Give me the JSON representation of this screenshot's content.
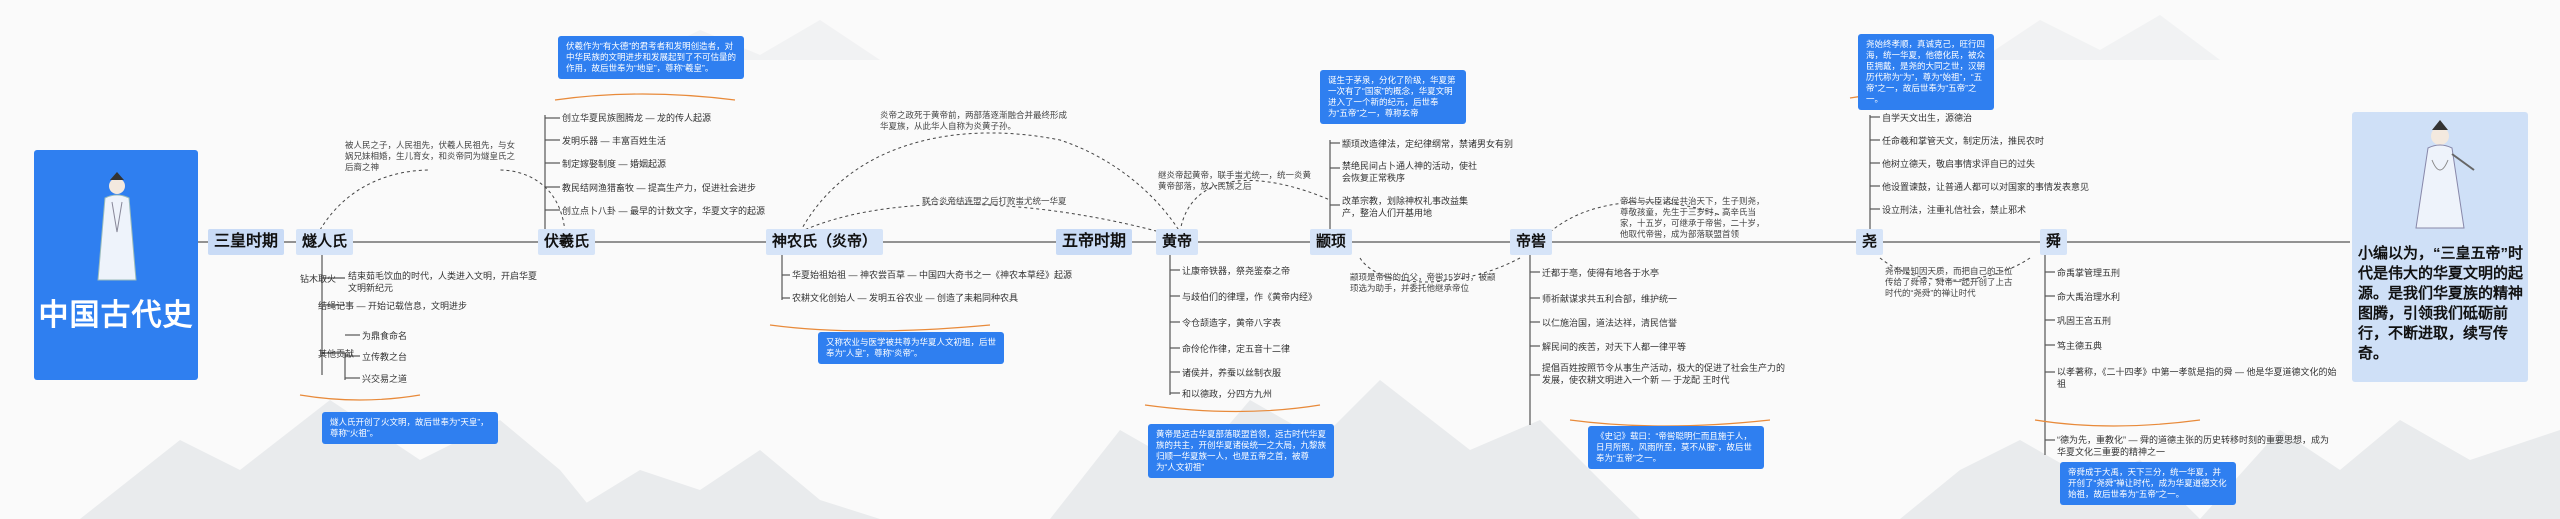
{
  "title": "中国古代史",
  "summary": "小编以为，“三皇五帝”时代是伟大的华夏文明的起源。是我们华夏族的精神图腾，引领我们砥砺前行，不断进取，续写传奇。",
  "main_nodes": {
    "sanhuang": "三皇时期",
    "suiren": "燧人氏",
    "fuxi": "伏羲氏",
    "shennong": "神农氏（炎帝）",
    "wudi": "五帝时期",
    "huangdi": "黄帝",
    "zhuanxu": "颛顼",
    "diku": "帝喾",
    "yao": "尧",
    "shun": "舜"
  },
  "suiren": {
    "above_note": "被人民之子，人民祖先，伏羲人民祖先，与女娲兄妹相婚，生儿育女，和炎帝同为燧皇氏之后裔之神",
    "leaves": [
      "结束茹毛饮血的时代，人类进入文明，开启华夏文明新纪元",
      "钻木取火",
      "结绳记事 — 开始记载信息，文明进步",
      "其他贡献",
      "为鼎食命名",
      "立传教之台",
      "兴交易之道"
    ],
    "blue": "燧人氏开创了火文明，故后世奉为“天皇”，尊称“火祖”。"
  },
  "fuxi": {
    "blue_top": "伏羲作为“有大德”的君考者和发明创造者，对中华民族的文明进步和发展起到了不可估量的作用，故后世奉为“地皇”，尊称“羲皇”。",
    "leaves": [
      "创立华夏民族图腾龙 — 龙的传人起源",
      "发明乐器 — 丰富百姓生活",
      "制定嫁娶制度 — 婚姻起源",
      "教民结网渔猎畜牧 — 提高生产力，促进社会进步",
      "创立点卜八卦 — 最早的计数文字，华夏文字的起源"
    ]
  },
  "shennong": {
    "above_note": "炎帝之政死于黄帝前，两部落逐渐融合并最终形成华夏族，从此华人自称为炎黄子孙。",
    "leaves": [
      "华夏始祖始祖 — 神农尝百草 — 中国四大奇书之一《神农本草经》起源",
      "农耕文化创始人 — 发明五谷农业 — 创造了耒耜同种农具"
    ],
    "blue": "又称农业与医学被共尊为华夏人文初祖，后世奉为“人皇”，尊称“炎帝”。"
  },
  "huangdi": {
    "above_note": "继炎帝起黄帝，联手蚩尤统一，统一炎黄黄帝部落，放入民族之后",
    "union_note": "联合炎帝结连盟之后打败蚩尤统一华夏",
    "leaves": [
      "让康帝铁器，祭尧鉴泰之帝",
      "与歧伯们的律理，作《黄帝内经》",
      "令仓颉造字，黄帝八字表",
      "命伶伦作律，定五音十二律",
      "诸侯并，养蚕以丝制衣服",
      "和以德政，分四方九州"
    ],
    "blue": "黄帝是远古华夏部落联盟首领，远古时代华夏族的共主，开创华夏诸侯统一之大局，九黎族归顺一华夏族一人，也是五帝之首，被尊为“人文初祖”"
  },
  "zhuanxu": {
    "blue_top": "诞生于茅泉，分化了阶级，华夏第一次有了“国家”的概念，华夏文明进入了一个新的纪元，后世奉为“五帝”之一，尊称玄帝",
    "leaves": [
      "颛顼改造律法，定纪律纲常，禁诸男女有别",
      "禁绝民间占卜通人神的活动，使社会恢复正常秩序",
      "改革宗教，划除神权礼事改益集产，整治人们开基用地"
    ],
    "below_note": "颛顼是帝喾的伯父，帝喾15岁时，被颛顼选为助手，并委托他继承帝位"
  },
  "diku": {
    "above_note": "帝喾与大臣诸侯共治天下，生子则尧，尊敬孩童，先生于三岁时，高辛氏当家，十五岁，可继承于帝喾，二十岁，他取代帝喾，成为部落联盟首领",
    "leaves": [
      "迁都于亳，使得有地各于水亭",
      "师祈献谋求共五利合部，维护统一",
      "以仁施治国，道法达祥，清民信誉",
      "解民间的疾苦，对天下人都一律平等",
      "提倡百姓按照节令从事生产活动，极大的促进了社会生产力的发展，使农耕文明进入一个新 — 于龙配 王时代"
    ],
    "blue": "《史记》载曰：“帝喾聪明仁而且施于人，日月所照，风雨所至，莫不从服”，故后世奉为“五帝”之一。"
  },
  "yao": {
    "blue_top": "尧始终孝顺，真诚克己，旺行四海，统一华夏，他德化民，被众臣拥戴，是尧的大同之世，汉朝历代称为“为”，尊为“始祖”，“五帝”之一，故后世奉为“五帝”之一。",
    "leaves": [
      "自学天文出生，源德治",
      "任命羲和掌管天文，制定历法，推民农时",
      "他树立德天，敬启事情求评自已的过失",
      "他设置谏鼓，让普通人都可以对国家的事情发表意见",
      "设立刑法，注重礼信社会，禁止邪术"
    ],
    "below_note": "尧帝是知因天质，而把自己的王位传给了舜帝，舜帝一起开创了上古时代的“尧舜”的禅让时代"
  },
  "shun": {
    "leaves": [
      "命禹掌管理五刑",
      "命大禹治理水利",
      "巩固王宫五刑",
      "笃主德五典",
      "以孝著称，《二十四孝》中第一孝就是指的舜 — 他是华夏道德文化的始祖",
      "“德为先，重教化” — 舜的道德主张的历史转移时刻的重要思想，成为华夏文化三重要的精神之一"
    ],
    "blue": "帝舜成于大禹，天下三分，统一华夏，并开创了“尧舜”禅让时代，成为华夏道德文化始祖，故后世奉为“五帝”之一。"
  }
}
